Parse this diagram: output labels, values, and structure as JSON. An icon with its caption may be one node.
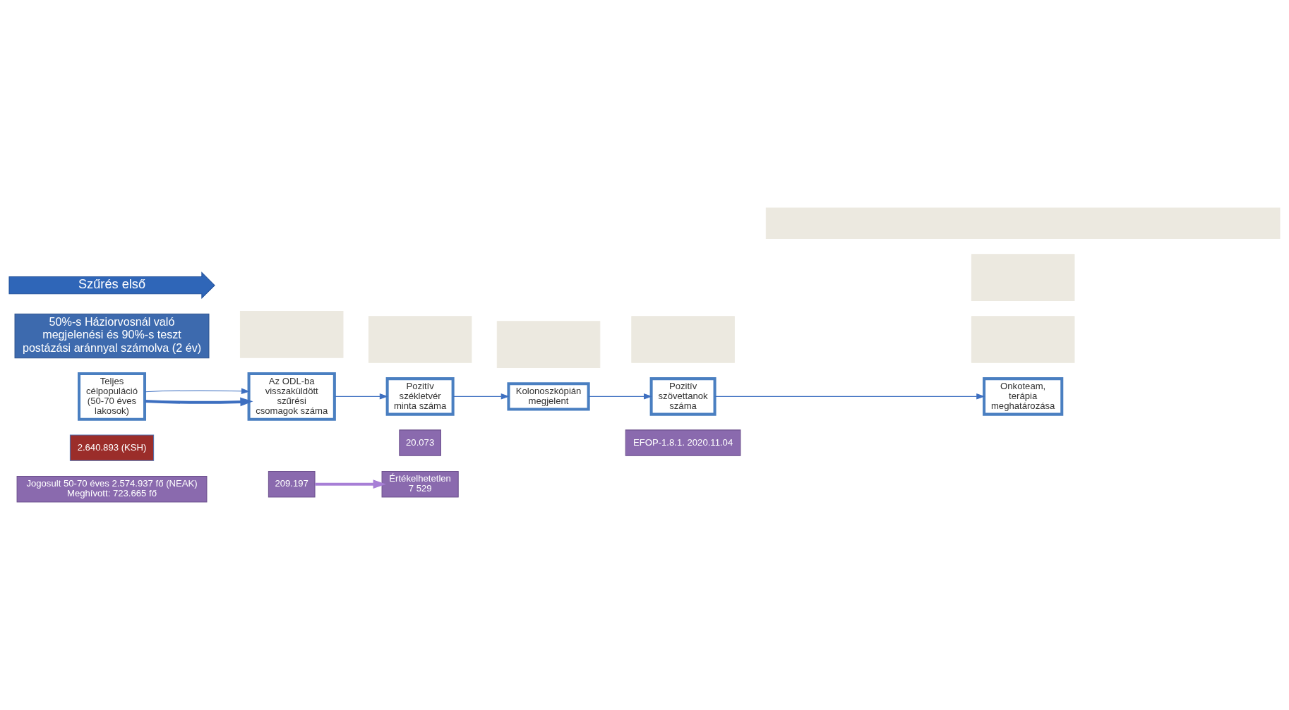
{
  "diagram": {
    "nodes": [
      {
        "text": [
          "Jogosult 50-70 éves 2.574.937 fő (NEAK)",
          "Meghívott: 723.665 fő"
        ]
      },
      {
        "text": [
          "2.640.893 (KSH)"
        ]
      },
      {
        "text": [
          "209.197"
        ]
      },
      {
        "text": [
          "Értékelhetetlen",
          "7 529"
        ]
      },
      {
        "text": [
          "EFOP-1.8.1. 2020.11.04"
        ]
      },
      {
        "text": [
          "20.073"
        ]
      },
      {
        "text": [
          "Teljes célpopuláció (50-70 éves lakosok)"
        ]
      },
      {
        "text": [
          "Az ODL-ba visszaküldött szűrési csomagok száma"
        ]
      },
      {
        "text": [
          "Pozitív székletvér minta száma"
        ]
      },
      {
        "text": [
          "Kolonoszkópián megjelent"
        ]
      },
      {
        "text": [
          "Pozitív szövettanok száma"
        ]
      },
      {
        "text": [
          "Onkoteam, terápia meghatározása"
        ]
      },
      {
        "text": [
          "50%-s Háziorvosnál való megjelenési és 90%-s teszt postázási aránnyal számolva (2 év)"
        ]
      },
      {
        "text": [
          "Szűrés első"
        ]
      },
      {
        "text": [],
        "shape": "box"
      },
      {
        "text": [],
        "shape": "box"
      },
      {
        "text": [],
        "shape": "box"
      },
      {
        "text": [],
        "shape": "box"
      },
      {
        "text": [],
        "shape": "box"
      },
      {
        "text": [],
        "shape": "box"
      },
      {
        "text": [],
        "shape": "bar"
      }
    ],
    "edges": [
      {
        "from": 2,
        "to": 3,
        "arrow": "to",
        "color": "#a77fd6",
        "style": "thick"
      },
      {
        "from": 6,
        "to": 7,
        "arrow": "to",
        "style": "thick"
      },
      {
        "from": 6,
        "to": 7,
        "arrow": "to"
      },
      {
        "from": 7,
        "to": 8,
        "arrow": "to"
      },
      {
        "from": 8,
        "to": 9,
        "arrow": "to"
      },
      {
        "from": 9,
        "to": 10,
        "arrow": "to"
      },
      {
        "from": 10,
        "to": 11,
        "arrow": "to"
      }
    ]
  }
}
